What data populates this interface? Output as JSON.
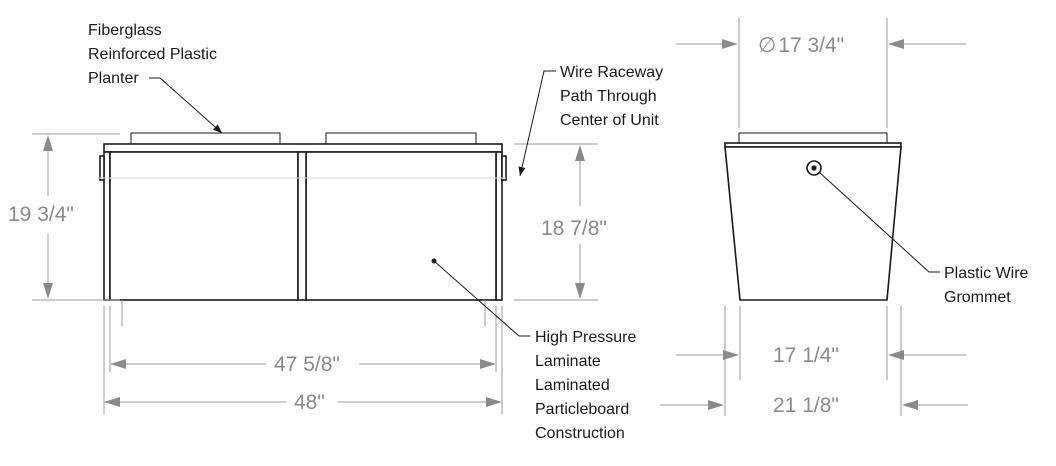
{
  "callouts": {
    "planter": [
      "Fiberglass",
      "Reinforced Plastic",
      "Planter"
    ],
    "raceway": [
      "Wire Raceway",
      "Path Through",
      "Center of Unit"
    ],
    "laminate": [
      "High Pressure",
      "Laminate",
      "Laminated",
      "Particleboard",
      "Construction"
    ],
    "grommet": [
      "Plastic Wire",
      "Grommet"
    ]
  },
  "dimensions": {
    "overall_height": "19 3/4\"",
    "body_height": "18 7/8\"",
    "inner_width": "47 5/8\"",
    "overall_width": "48\"",
    "top_diameter": "17 3/4\"",
    "diameter_symbol": "∅",
    "base_width": "17 1/4\"",
    "top_width": "21 1/8\""
  },
  "colors": {
    "outline": "#1a1a1a",
    "dimension": "#8a8a8a"
  }
}
